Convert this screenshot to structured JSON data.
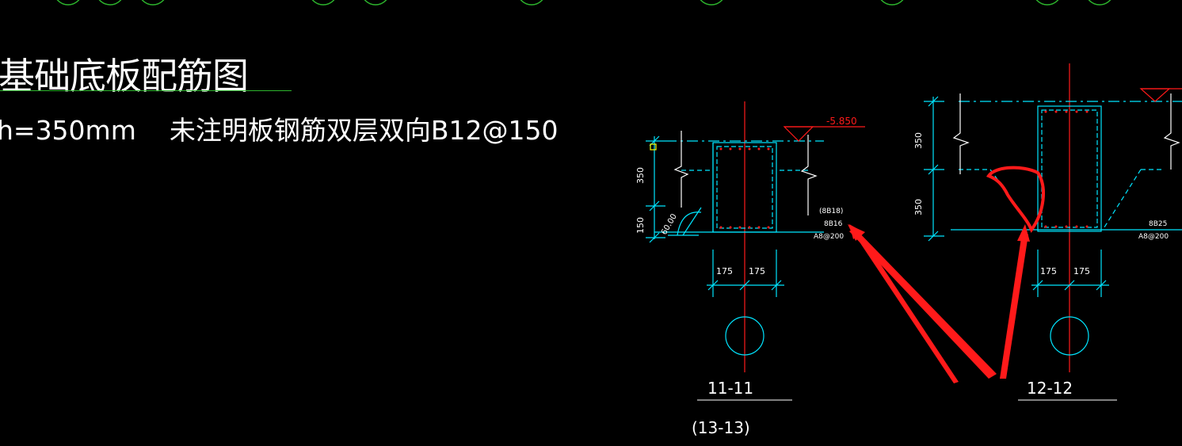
{
  "drawing": {
    "title": "基础底板配筋图",
    "note_thickness": "h=350mm",
    "note_rebar": "未注明板钢筋双层双向B12@150"
  },
  "section_11": {
    "label": "11-11",
    "sub_label": "(13-13)",
    "elevation": "-5.850",
    "dim_upper": "350",
    "dim_lower": "150",
    "dim_left": "175",
    "dim_right": "175",
    "angle": "60.00",
    "rebar_top": "(8B18)",
    "rebar_bottom": "8B16",
    "stirrup": "A8@200"
  },
  "section_12": {
    "label": "12-12",
    "dim_upper": "350",
    "dim_lower": "350",
    "dim_left": "175",
    "dim_right": "175",
    "rebar_bottom": "8B25",
    "stirrup": "A8@200"
  },
  "colors": {
    "background": "#000000",
    "cyan": "#00e5ff",
    "red": "#ff1a1a",
    "green": "#2db52d",
    "white": "#ffffff",
    "yellow": "#ffff00"
  }
}
